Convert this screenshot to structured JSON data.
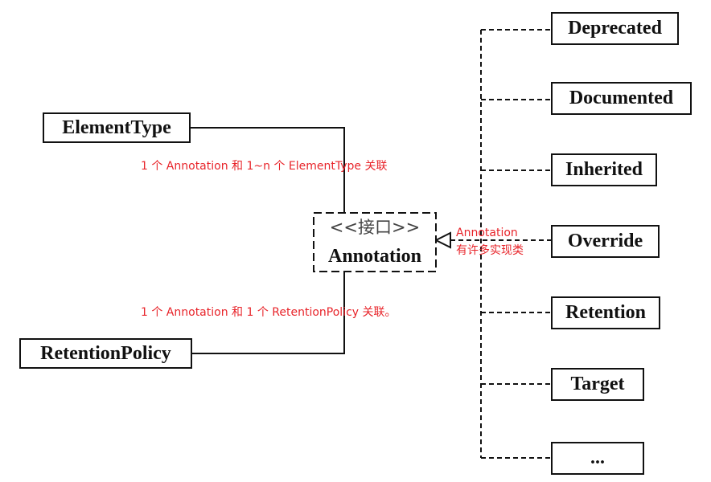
{
  "colors": {
    "line": "#111111",
    "box_border": "#111111",
    "note_text": "#e8242a",
    "stereotype_text": "#444444"
  },
  "left_boxes": [
    {
      "label": "ElementType"
    },
    {
      "label": "RetentionPolicy"
    }
  ],
  "interface": {
    "stereotype": "<<接口>>",
    "name": "Annotation"
  },
  "implementations": [
    {
      "label": "Deprecated"
    },
    {
      "label": "Documented"
    },
    {
      "label": "Inherited"
    },
    {
      "label": "Override"
    },
    {
      "label": "Retention"
    },
    {
      "label": "Target"
    },
    {
      "label": "..."
    }
  ],
  "notes": {
    "element_type_relation": "1 个 Annotation 和 1~n 个 ElementType 关联",
    "retention_policy_relation": "1 个 Annotation 和 1 个 RetentionPolicy 关联。",
    "implementations_line1": "Annotation",
    "implementations_line2": "有许多实现类"
  }
}
